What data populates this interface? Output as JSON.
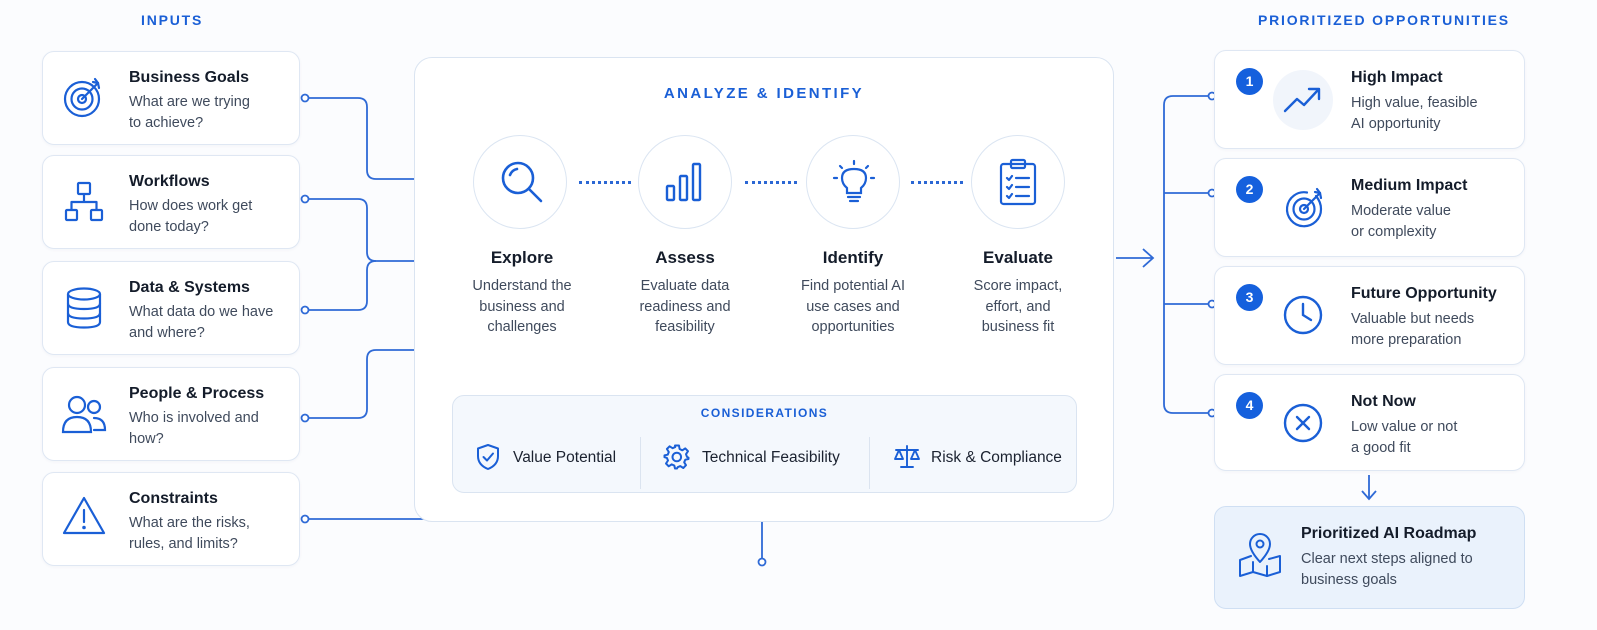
{
  "inputs": {
    "title": "INPUTS",
    "items": [
      {
        "title": "Business Goals",
        "desc": "What are we trying\nto achieve?",
        "icon": "target-icon"
      },
      {
        "title": "Workflows",
        "desc": "How does work get\ndone today?",
        "icon": "org-chart-icon"
      },
      {
        "title": "Data & Systems",
        "desc": "What data do we have\nand where?",
        "icon": "database-icon"
      },
      {
        "title": "People & Process",
        "desc": "Who is involved and\nhow?",
        "icon": "people-icon"
      },
      {
        "title": "Constraints",
        "desc": "What are the risks,\nrules, and limits?",
        "icon": "warning-icon"
      }
    ]
  },
  "analyze": {
    "title": "ANALYZE & IDENTIFY",
    "steps": [
      {
        "title": "Explore",
        "desc": "Understand the\nbusiness and\nchallenges",
        "icon": "search-icon"
      },
      {
        "title": "Assess",
        "desc": "Evaluate data\nreadiness and\nfeasibility",
        "icon": "bar-chart-icon"
      },
      {
        "title": "Identify",
        "desc": "Find potential AI\nuse cases and\nopportunities",
        "icon": "lightbulb-icon"
      },
      {
        "title": "Evaluate",
        "desc": "Score impact,\neffort, and\nbusiness fit",
        "icon": "clipboard-checklist-icon"
      }
    ],
    "considerations": {
      "title": "CONSIDERATIONS",
      "items": [
        {
          "label": "Value Potential",
          "icon": "shield-check-icon"
        },
        {
          "label": "Technical Feasibility",
          "icon": "gear-icon"
        },
        {
          "label": "Risk & Compliance",
          "icon": "scales-icon"
        }
      ]
    }
  },
  "outputs": {
    "title": "PRIORITIZED OPPORTUNITIES",
    "items": [
      {
        "rank": "1",
        "title": "High Impact",
        "desc": "High value, feasible\nAI opportunity",
        "icon": "trending-up-icon"
      },
      {
        "rank": "2",
        "title": "Medium Impact",
        "desc": "Moderate value\nor complexity",
        "icon": "target-icon"
      },
      {
        "rank": "3",
        "title": "Future Opportunity",
        "desc": "Valuable but needs\nmore preparation",
        "icon": "clock-icon"
      },
      {
        "rank": "4",
        "title": "Not Now",
        "desc": "Low value or not\na good fit",
        "icon": "x-circle-icon"
      }
    ],
    "roadmap": {
      "title": "Prioritized AI Roadmap",
      "desc": "Clear next steps aligned to\nbusiness goals",
      "icon": "map-pin-icon"
    }
  },
  "colors": {
    "accent": "#1560dd",
    "line": "#2b67d4",
    "card_border": "#dfe7f3"
  }
}
